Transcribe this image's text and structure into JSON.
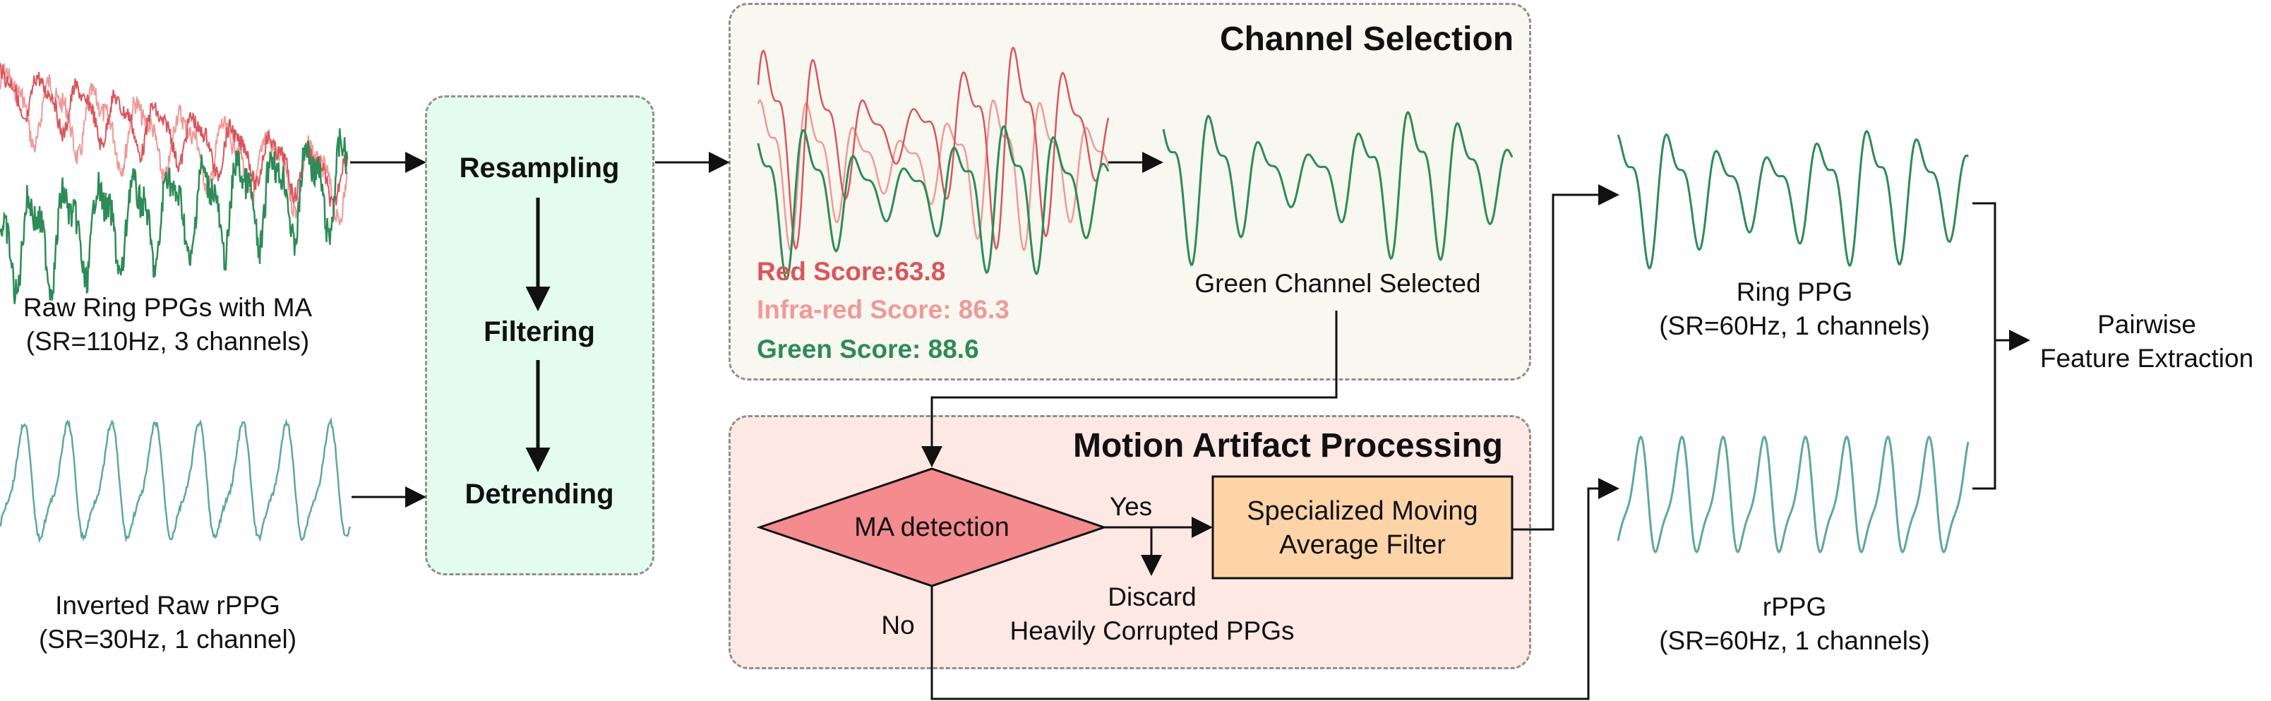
{
  "inputs": {
    "ring": {
      "line1": "Raw Ring PPGs with MA",
      "line2": "(SR=110Hz, 3 channels)"
    },
    "rppg": {
      "line1": "Inverted Raw rPPG",
      "line2": "(SR=30Hz, 1 channel)"
    }
  },
  "preprocessing": {
    "steps": [
      "Resampling",
      "Filtering",
      "Detrending"
    ]
  },
  "channel_selection": {
    "title": "Channel Selection",
    "scores": {
      "red": "Red Score:63.8",
      "infrared": "Infra-red Score: 86.3",
      "green": "Green Score: 88.6"
    },
    "selected_label": "Green Channel Selected"
  },
  "motion_artifact": {
    "title": "Motion Artifact Processing",
    "detection": "MA detection",
    "yes": "Yes",
    "no": "No",
    "filter_line1": "Specialized Moving",
    "filter_line2": "Average Filter",
    "discard_line1": "Discard",
    "discard_line2": "Heavily Corrupted PPGs"
  },
  "outputs": {
    "ring": {
      "line1": "Ring PPG",
      "line2": "(SR=60Hz, 1 channels)"
    },
    "rppg": {
      "line1": "rPPG",
      "line2": "(SR=60Hz, 1 channels)"
    }
  },
  "final": {
    "line1": "Pairwise",
    "line2": "Feature Extraction"
  },
  "colors": {
    "red": "#d9565c",
    "infrared": "#ef9a9a",
    "green": "#2e8b57",
    "teal": "#5fa89a",
    "preproc_fill": "#e3fcef",
    "channel_fill": "#f8f7f0",
    "ma_fill": "#fde8e4",
    "diamond_fill": "#f48b8f",
    "filter_fill": "#fdd4a8"
  }
}
